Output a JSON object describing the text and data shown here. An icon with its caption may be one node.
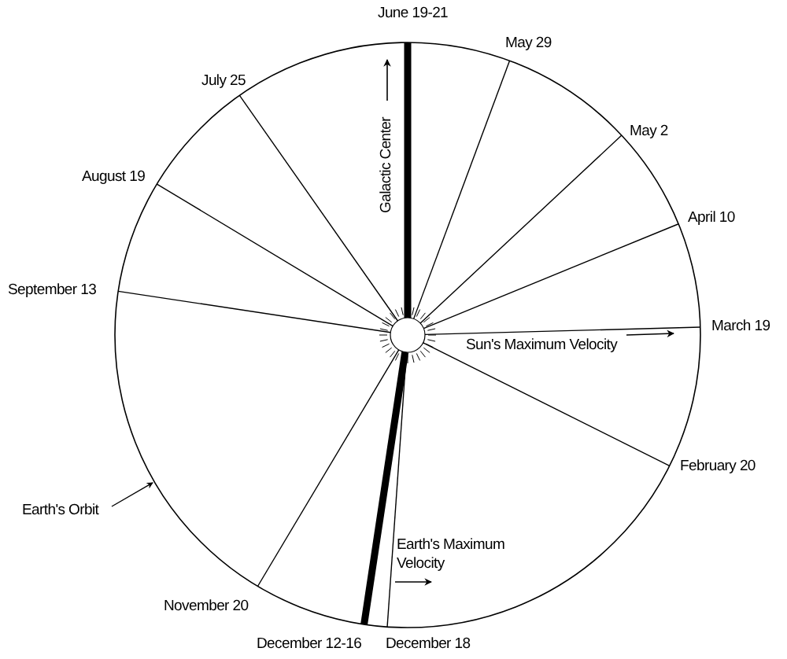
{
  "diagram": {
    "nodes": [
      {
        "text": [],
        "shape": "circle"
      },
      {
        "text": [],
        "shape": "circle",
        "in": 0
      },
      {
        "text": [
          "Earth's Orbit"
        ]
      }
    ],
    "edges": [
      {
        "from": 1,
        "to": 0,
        "arrow": "none",
        "style": "thick"
      },
      {
        "from": 1,
        "to": 0,
        "arrow": "none"
      },
      {
        "from": 1,
        "to": 0,
        "arrow": "none"
      },
      {
        "from": 1,
        "to": 0,
        "arrow": "none"
      },
      {
        "from": 1,
        "to": 0,
        "arrow": "none"
      },
      {
        "from": 1,
        "to": 0,
        "arrow": "none"
      },
      {
        "from": 1,
        "to": 0,
        "arrow": "none"
      },
      {
        "from": 1,
        "to": 0,
        "arrow": "none"
      },
      {
        "from": 1,
        "to": 0,
        "arrow": "none"
      },
      {
        "from": 1,
        "to": 0,
        "arrow": "none"
      },
      {
        "from": 1,
        "to": 0,
        "arrow": "none",
        "style": "thick"
      },
      {
        "from": 1,
        "to": 0,
        "arrow": "none"
      },
      {
        "from": 2,
        "to": 0,
        "arrow": "to"
      }
    ],
    "labels": [
      "June 19-21",
      "May 29",
      "July 25",
      "Galactic Center",
      "May 2",
      "August 19",
      "April 10",
      "September 13",
      "March 19",
      "Sun's Maximum Velocity",
      "February 20",
      "Earth's Maximum Velocity",
      "November 20",
      "December 12-16",
      "December 18"
    ]
  }
}
